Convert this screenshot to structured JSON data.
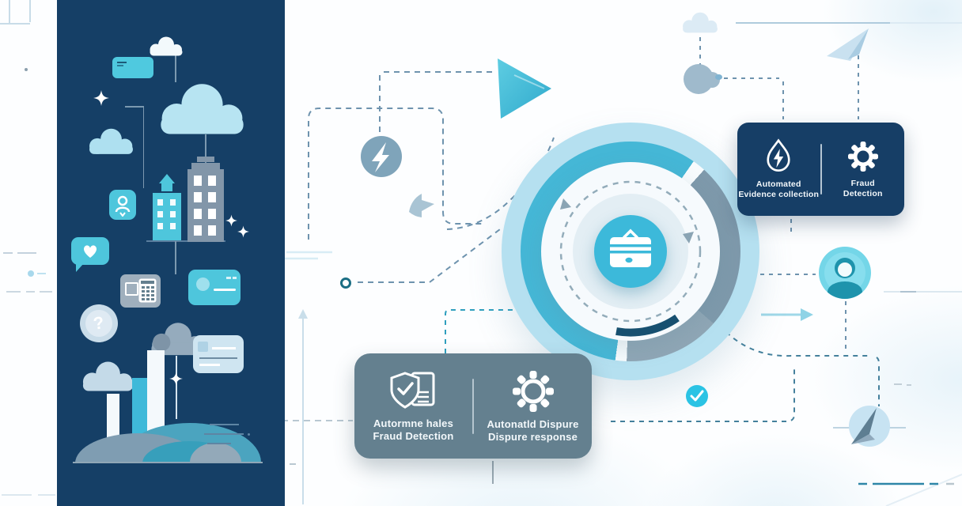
{
  "accent_colors": {
    "panel_navy": "#153f66",
    "card_navy": "#163e66",
    "card_slate": "#64808f",
    "cyan": "#3cb9da",
    "light_cyan": "#b5e0f0",
    "teal_accent": "#4ec6dc"
  },
  "left_panel": {
    "question_badge": "?"
  },
  "center_hub": {
    "icon": "briefcase-icon"
  },
  "top_card": {
    "items": [
      {
        "icon": "droplet-lightning-icon",
        "line1": "Automated",
        "line2": "Evidence collection"
      },
      {
        "icon": "gear-icon",
        "line1": "Fraud",
        "line2": "Detection"
      }
    ]
  },
  "bottom_card": {
    "items": [
      {
        "icon": "shield-check-document-icon",
        "line1": "Autormne hales",
        "line2": "Fraud Detection"
      },
      {
        "icon": "gear-icon",
        "line1": "Autonatld Dispure",
        "line2": "Dispure response"
      }
    ]
  }
}
